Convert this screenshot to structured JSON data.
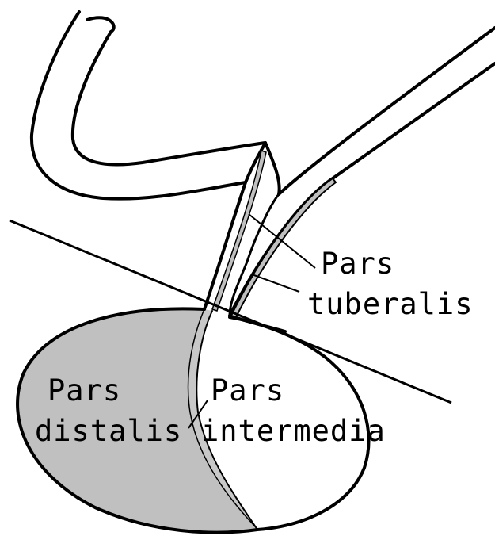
{
  "labels": {
    "pars_tuberalis": [
      "Pars",
      "tuberalis"
    ],
    "pars_distalis": [
      "Pars",
      "distalis"
    ],
    "pars_intermedia": [
      "Pars",
      "intermedia"
    ]
  },
  "colors": {
    "outline": "#000000",
    "pars_distalis_fill": "#c0c0c0",
    "pars_tuberalis_fill": "#c0c0c0",
    "background": "#ffffff"
  }
}
